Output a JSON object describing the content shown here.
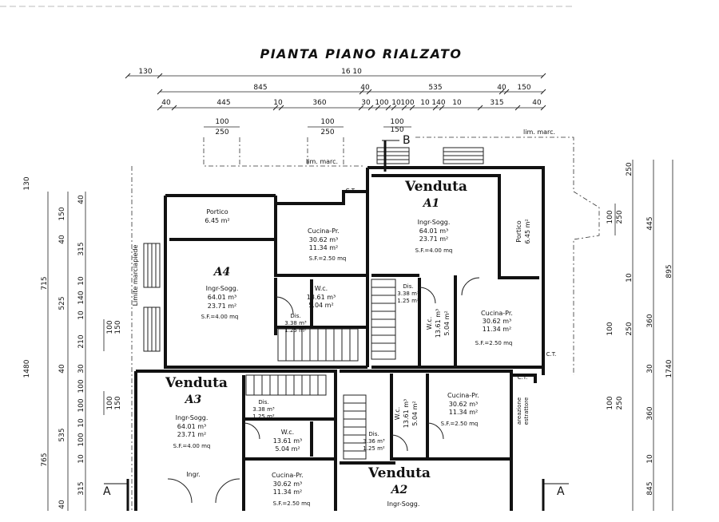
{
  "title": "PIANTA PIANO RIALZATO",
  "lim_marc": "lim. marc.",
  "lim_marc2": "lim. marc.",
  "limite_marciapiede": "Limite marciapiede",
  "section_b": "B",
  "section_a": "A",
  "dims_top": {
    "row1": [
      "130",
      "16 10"
    ],
    "row2": [
      "845",
      "40",
      "535",
      "40",
      "150"
    ],
    "row3": [
      "40",
      "445",
      "10",
      "360",
      "30",
      "100",
      "10",
      "100",
      "10",
      "140",
      "10",
      "315",
      "40"
    ],
    "stairs": [
      "100",
      "250",
      "100",
      "250",
      "100",
      "150"
    ]
  },
  "dims_left": [
    "130",
    "150",
    "40",
    "315",
    "715",
    "10",
    "140",
    "525",
    "10",
    "210",
    "100",
    "150",
    "30",
    "40",
    "1480",
    "100",
    "150",
    "100",
    "10",
    "535",
    "100",
    "765",
    "10",
    "315",
    "40"
  ],
  "dims_right": [
    "100",
    "250",
    "445",
    "10",
    "895",
    "100",
    "250",
    "360",
    "30",
    "1740",
    "100",
    "250",
    "360",
    "10",
    "845"
  ],
  "units": {
    "A4": {
      "name": "A4",
      "portico": "Portico",
      "portico_area": "6.45 m²",
      "ingr": "Ingr-Sogg.",
      "ingr_v": "64.01 m³",
      "ingr_a": "23.71 m²",
      "ingr_sf": "S.F.=4.00 mq",
      "cucina": "Cucina-Pr.",
      "cucina_v": "30.62 m³",
      "cucina_a": "11.34 m²",
      "cucina_sf": "S.F.=2.50 mq",
      "wc": "W.c.",
      "wc_v": "13.61 m³",
      "wc_a": "5.04 m²",
      "dis": "Dis.",
      "dis_v": "3.38 m³",
      "dis_a": "1.25 m²",
      "ct": "C.T."
    },
    "A1": {
      "name": "A1",
      "status": "Venduta",
      "portico": "Portico",
      "portico_area": "6.45 m²",
      "ingr": "Ingr-Sogg.",
      "ingr_v": "64.01 m³",
      "ingr_a": "23.71 m²",
      "ingr_sf": "S.F.=4.00 mq",
      "cucina": "Cucina-Pr.",
      "cucina_v": "30.62 m³",
      "cucina_a": "11.34 m²",
      "cucina_sf": "S.F.=2.50 mq",
      "wc": "W.c.",
      "wc_v": "13.61 m³",
      "wc_a": "5.04 m²",
      "dis": "Dis.",
      "dis_v": "3.38 m³",
      "dis_a": "1.25 m²",
      "ct": "C.T."
    },
    "A3": {
      "name": "A3",
      "status": "Venduta",
      "ingr": "Ingr-Sogg.",
      "ingr_v": "64.01 m³",
      "ingr_a": "23.71 m²",
      "ingr_sf": "S.F.=4.00 mq",
      "cucina": "Cucina-Pr.",
      "cucina_v": "30.62 m³",
      "cucina_a": "11.34 m²",
      "cucina_sf": "S.F.=2.50 mq",
      "wc": "W.c.",
      "wc_v": "13.61 m³",
      "wc_a": "5.04 m²",
      "dis": "Dis.",
      "dis_v": "3.38 m³",
      "dis_a": "1.25 m²",
      "ingr2": "Ingr."
    },
    "A2": {
      "name": "A2",
      "status": "Venduta",
      "ingr": "Ingr-Sogg.",
      "cucina": "Cucina-Pr.",
      "cucina_v": "30.62 m³",
      "cucina_a": "11.34 m²",
      "cucina_sf": "S.F.=2.50 mq",
      "wc": "W.c.",
      "wc_v": "13.61 m³",
      "wc_a": "5.04 m²",
      "dis": "Dis.",
      "dis_v": "3.36 m³",
      "dis_a": "1.25 m²",
      "ct": "C.T.",
      "areazione": "areazione",
      "estrattore": "estrattore"
    }
  }
}
